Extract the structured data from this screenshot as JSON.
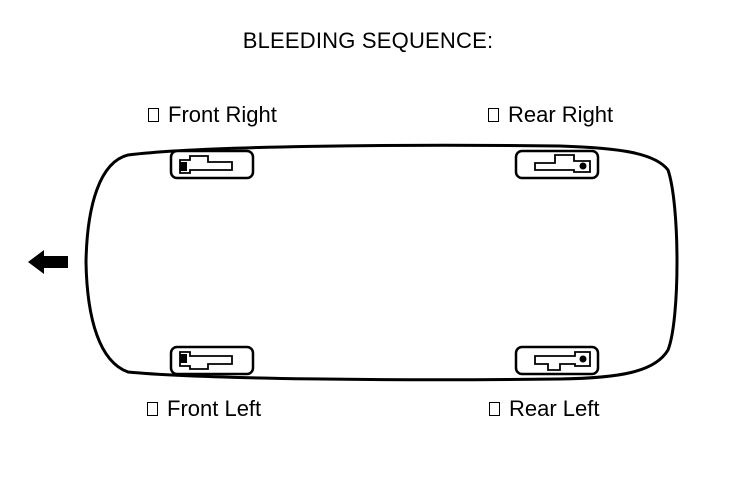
{
  "title": "BLEEDING SEQUENCE:",
  "wheels": {
    "front_right": "Front Right",
    "rear_right": "Rear Right",
    "front_left": "Front Left",
    "rear_left": "Rear Left"
  },
  "icons": {
    "checkbox": "checkbox-icon",
    "direction_arrow": "arrow-left-icon",
    "brake_caliper": "brake-caliper-icon"
  },
  "colors": {
    "line": "#000000",
    "background": "#ffffff"
  }
}
